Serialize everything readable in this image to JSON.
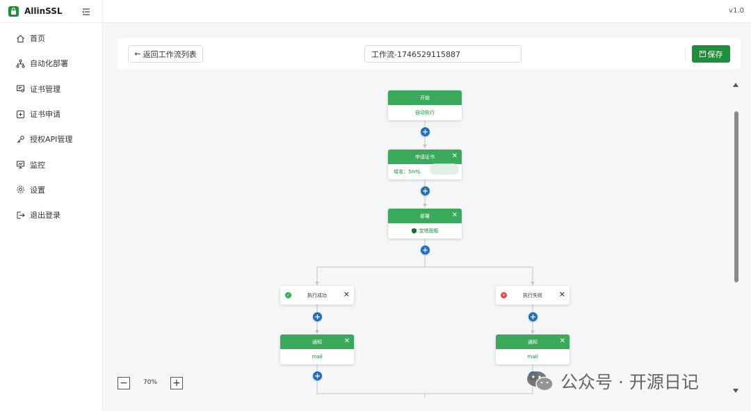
{
  "app": {
    "name": "AllinSSL",
    "version": "v1.0",
    "brand_color": "#1f8e3b"
  },
  "sidebar": {
    "items": [
      {
        "label": "首页",
        "icon": "home-icon"
      },
      {
        "label": "自动化部署",
        "icon": "workflow-icon"
      },
      {
        "label": "证书管理",
        "icon": "certificate-icon"
      },
      {
        "label": "证书申请",
        "icon": "add-square-icon"
      },
      {
        "label": "授权API管理",
        "icon": "key-icon"
      },
      {
        "label": "监控",
        "icon": "monitor-icon"
      },
      {
        "label": "设置",
        "icon": "gear-icon"
      },
      {
        "label": "退出登录",
        "icon": "logout-icon"
      }
    ]
  },
  "toolbar": {
    "back_label": "返回工作流列表",
    "workflow_name": "工作流-1746529115887",
    "save_label": "保存"
  },
  "flow": {
    "start": {
      "title": "开始",
      "body": "自动执行"
    },
    "apply": {
      "title": "申请证书",
      "body": "域名：5nrtj."
    },
    "deploy": {
      "title": "部署",
      "body": "宝塔面板"
    },
    "success": {
      "label": "执行成功"
    },
    "fail": {
      "label": "执行失败"
    },
    "notify_left": {
      "title": "通知",
      "body": "mail"
    },
    "notify_right": {
      "title": "通知",
      "body": "mail"
    }
  },
  "zoom": {
    "level": "70%"
  },
  "watermark": {
    "text": "公众号 · 开源日记"
  }
}
